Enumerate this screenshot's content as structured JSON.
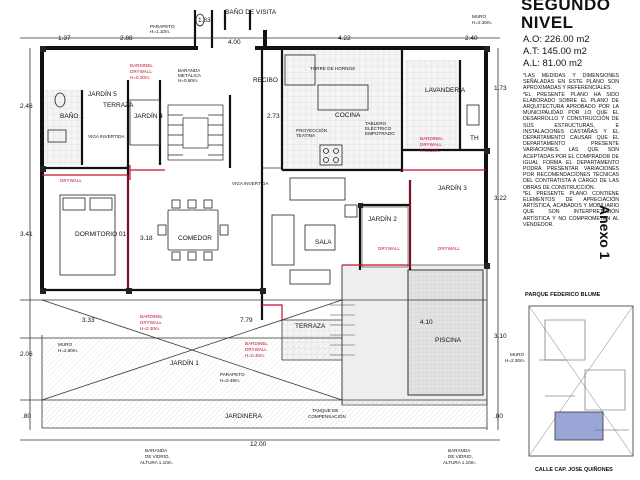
{
  "header": {
    "title_line1": "SEGUNDO",
    "title_line2": "NIVEL",
    "area_total": "A.O: 226.00 m2",
    "area_techada": "A.T: 145.00 m2",
    "area_libre": "A.L: 81.00 m2",
    "notes": [
      "*LAS MEDIDAS Y DIMENSIONES SEÑALADAS EN ESTE PLANO SON APROXIMADAS Y REFERENCIALES.",
      "*EL PRESENTE PLANO HA SIDO ELABORADO SOBRE EL PLANO DE ARQUITECTURA APROBADO POR LA MUNICIPALIDAD POR LO QUE EL DESARROLLO Y CONSTRUCCIÓN DE SUS ESTRUCTURAS, E INSTALACIONES CASTAÑAS Y EL DEPARTAMENTO CAUSAR QUE EL DEPARTAMENTO PRESENTE VARIACIONES. LAS QUE SON ACEPTADAS POR EL COMPRADOR DE IGUAL FORMA EL DEPARTAMENTO PODRÁ PRESENTAR VARIACIONES POR RECOMENDACIONES TÉCNICAS DEL CONTRATISTA A CARGO DE LAS OBRAS DE CONSTRUCCIÓN.",
      "*EL PRESENTE PLANO CONTIENE ELEMENTOS DE APRECIACIÓN ARTÍSTICA, ACABADOS Y MOBILIARIO QUE SON INTERPRETACIÓN ARTÍSTICA Y NO COMPROMETEN AL VENDEDOR."
    ],
    "annex": "Anexo 1",
    "park_label": "PARQUE FEDERICO BLUME",
    "street_label": "CALLE CAP. JOSE QUIÑONES"
  },
  "rooms": {
    "bano_visita": "BAÑO DE VISITA",
    "bano1": "BAÑO 1",
    "terraza_top": "TERRAZA",
    "jardin5": "JARDÍN 5",
    "jardin4": "JARDÍN 4",
    "recibo": "RECIBO",
    "cocina": "COCINA",
    "lavanderia": "LAVANDERÍA",
    "th": "TH",
    "dormitorio": "DORMITORIO 01",
    "comedor": "COMEDOR",
    "sala": "SALA",
    "jardin3": "JARDÍN 3",
    "jardin2": "JARDÍN 2",
    "terraza_bottom": "TERRAZA",
    "piscina": "PISCINA",
    "jardin1": "JARDÍN 1",
    "jardinera": "JARDINERA"
  },
  "labels": {
    "parapeto_top": "PARAPETO",
    "parapeto_top_h": "H=1.10m.",
    "baranda_metalica": "BARANDA",
    "baranda_metalica2": "METÁLICA",
    "baranda_metalica_h": "H=0.90m.",
    "torre_hornos": "TORRE DE HORNOS",
    "viga_invertida_left": "VIGA INVERTIDA",
    "viga_invertida_mid": "VIGA INVERTIDA",
    "proyeccion_1": "PROYECCIÓN",
    "proyeccion_2": "TEATINA",
    "tablero_1": "TABLERO",
    "tablero_2": "ELÉCTRICO",
    "tablero_3": "EMPOTRADO",
    "muro_top": "MURO",
    "muro_top_h": "H=2.30m.",
    "muro_left": "MURO",
    "muro_left_h": "H=2.80m.",
    "muro_right": "MURO",
    "muro_right_h": "H=2.30m.",
    "parapeto_bottom": "PARAPETO",
    "parapeto_bottom_h": "H=0.49m.",
    "tanque_1": "TANQUE DE",
    "tanque_2": "COMPENSACIÓN",
    "baranda_vidrio_l1": "BARANDA",
    "baranda_vidrio_l2": "DE VIDRIO,",
    "baranda_vidrio_l3": "ALTURA 1.10m.",
    "baranda_vidrio_r1": "BARANDA",
    "baranda_vidrio_r2": "DE VIDRIO,",
    "baranda_vidrio_r3": "ALTURA 1.10m."
  },
  "red_labels": {
    "bardinel": "BARDINEL",
    "drywall": "DRYWALL",
    "h030": "H=0.30m.",
    "drywall_tag": "DRYWALL"
  },
  "dimensions": {
    "top_137": "1.37",
    "top_288": "2.88",
    "top_163": "1.63",
    "top_400": "4.00",
    "top_422": "4.22",
    "top_240": "2.40",
    "left_246": "2.46",
    "left_341": "3.41",
    "left_206": "2.06",
    "left_080": ".80",
    "mid_273": "2.73",
    "mid_318": "3.18",
    "mid_333": "3.33",
    "mid_779": "7.79",
    "right_173": "1.73",
    "right_322": "3.22",
    "right_310": "3.10",
    "right_080": ".80",
    "pool_410": "4.10",
    "bottom_1200": "12.00"
  }
}
